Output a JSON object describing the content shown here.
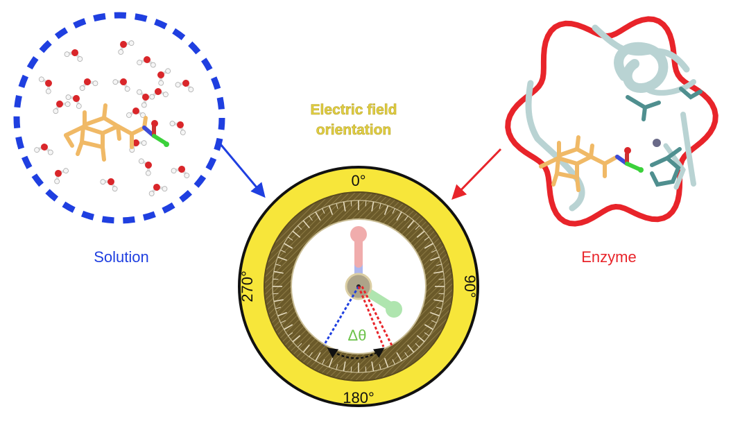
{
  "labels": {
    "title_line1": "Electric field",
    "title_line2": "orientation",
    "solution": "Solution",
    "enzyme": "Enzyme",
    "delta_theta": "Δθ"
  },
  "dial": {
    "tick_labels": [
      "0°",
      "90°",
      "180°",
      "270°"
    ]
  },
  "colors": {
    "solution": "#1f3fe0",
    "enzyme": "#e8242a",
    "title": "#d8c23a",
    "dial_fill": "#f7e63a",
    "dial_band": "#6b5a2a",
    "delta": "#6cc24a",
    "substrate": "#f0b966",
    "protein": "#b9d3d3",
    "oxygen": "#d9262a",
    "hydrogen": "#f2f2f2",
    "nitrogen": "#3b4bd9",
    "chlorine": "#3bd13b"
  }
}
